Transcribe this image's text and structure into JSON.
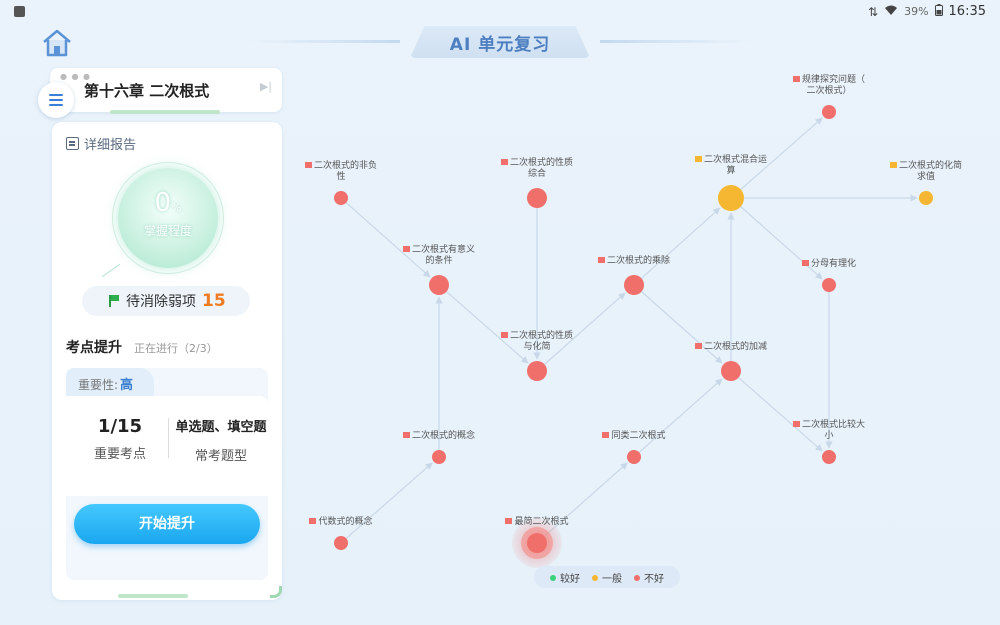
{
  "status_bar": {
    "battery": "39%",
    "time": "16:35"
  },
  "header": {
    "title": "AI 单元复习"
  },
  "chapter": {
    "title": "第十六章 二次根式"
  },
  "panel": {
    "report_label": "详细报告",
    "mastery_value": "0",
    "mastery_unit": "%",
    "mastery_label": "掌握程度",
    "weak_label": "待消除弱项",
    "weak_count": "15",
    "kp_title": "考点提升",
    "kp_status": "正在进行（2/3）",
    "importance_label": "重要性:",
    "importance_value": "高",
    "key_count": "1/15",
    "key_label": "重要考点",
    "question_types": "单选题、填空题",
    "question_types_label": "常考题型",
    "start_button": "开始提升"
  },
  "colors": {
    "good": "#3ad27a",
    "medium": "#f5b631",
    "bad": "#f06f6a",
    "accent": "#1aa7ef"
  },
  "graph": {
    "nodes": [
      {
        "id": "n1",
        "label": [
          "二次根式的非负",
          "性"
        ],
        "status": "bad"
      },
      {
        "id": "n2",
        "label": [
          "二次根式的性质",
          "综合"
        ],
        "status": "bad"
      },
      {
        "id": "n3",
        "label": [
          "二次根式混合运",
          "算"
        ],
        "status": "medium"
      },
      {
        "id": "n4",
        "label": [
          "规律探究问题（",
          "二次根式）"
        ],
        "status": "bad"
      },
      {
        "id": "n5",
        "label": [
          "二次根式的化简",
          "求值"
        ],
        "status": "medium"
      },
      {
        "id": "n6",
        "label": [
          "二次根式有意义",
          "的条件"
        ],
        "status": "bad"
      },
      {
        "id": "n7",
        "label": [
          "二次根式的乘除"
        ],
        "status": "bad"
      },
      {
        "id": "n8",
        "label": [
          "分母有理化"
        ],
        "status": "bad"
      },
      {
        "id": "n9",
        "label": [
          "二次根式的性质",
          "与化简"
        ],
        "status": "bad"
      },
      {
        "id": "n10",
        "label": [
          "二次根式的加减"
        ],
        "status": "bad"
      },
      {
        "id": "n11",
        "label": [
          "二次根式的概念"
        ],
        "status": "bad"
      },
      {
        "id": "n12",
        "label": [
          "同类二次根式"
        ],
        "status": "bad"
      },
      {
        "id": "n13",
        "label": [
          "二次根式比较大",
          "小"
        ],
        "status": "bad"
      },
      {
        "id": "n14",
        "label": [
          "代数式的概念"
        ],
        "status": "bad"
      },
      {
        "id": "n15",
        "label": [
          "最简二次根式"
        ],
        "status": "bad",
        "active": true
      }
    ],
    "edges": [
      [
        "n1",
        "n6"
      ],
      [
        "n6",
        "n9"
      ],
      [
        "n2",
        "n9"
      ],
      [
        "n9",
        "n7"
      ],
      [
        "n7",
        "n3"
      ],
      [
        "n3",
        "n4"
      ],
      [
        "n3",
        "n5"
      ],
      [
        "n3",
        "n8"
      ],
      [
        "n7",
        "n10"
      ],
      [
        "n10",
        "n3"
      ],
      [
        "n8",
        "n13"
      ],
      [
        "n10",
        "n13"
      ],
      [
        "n11",
        "n6"
      ],
      [
        "n14",
        "n11"
      ],
      [
        "n15",
        "n12"
      ],
      [
        "n12",
        "n10"
      ]
    ]
  },
  "legend": [
    {
      "label": "较好",
      "status": "good"
    },
    {
      "label": "一般",
      "status": "medium"
    },
    {
      "label": "不好",
      "status": "bad"
    }
  ]
}
